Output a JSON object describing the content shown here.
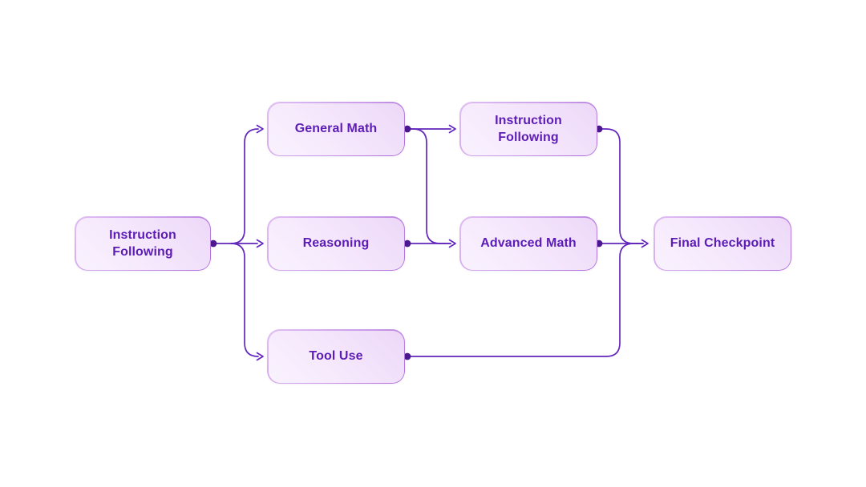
{
  "diagram": {
    "title": "training-pipeline-flowchart",
    "background_color": "#ffffff",
    "colors": {
      "edge": "#6326bd",
      "connector_dot": "#4a1890",
      "node_text": "#5c1db6",
      "node_fill_top_right": "#edd8f8",
      "node_fill_bottom_left": "#faf2fe",
      "node_border_light": "#e0c0f3",
      "node_border_dark": "#ab6ad8"
    },
    "nodes": [
      {
        "id": "instruction-following-start",
        "label": "Instruction Following"
      },
      {
        "id": "general-math",
        "label": "General Math"
      },
      {
        "id": "reasoning",
        "label": "Reasoning"
      },
      {
        "id": "tool-use",
        "label": "Tool Use"
      },
      {
        "id": "instruction-following-mid",
        "label": "Instruction Following"
      },
      {
        "id": "advanced-math",
        "label": "Advanced Math"
      },
      {
        "id": "final-checkpoint",
        "label": "Final Checkpoint"
      }
    ],
    "edges": [
      {
        "from": "instruction-following-start",
        "to": "general-math"
      },
      {
        "from": "instruction-following-start",
        "to": "reasoning"
      },
      {
        "from": "instruction-following-start",
        "to": "tool-use"
      },
      {
        "from": "general-math",
        "to": "instruction-following-mid"
      },
      {
        "from": "general-math",
        "to": "advanced-math"
      },
      {
        "from": "reasoning",
        "to": "advanced-math"
      },
      {
        "from": "instruction-following-mid",
        "to": "final-checkpoint"
      },
      {
        "from": "advanced-math",
        "to": "final-checkpoint"
      },
      {
        "from": "tool-use",
        "to": "final-checkpoint"
      }
    ]
  }
}
